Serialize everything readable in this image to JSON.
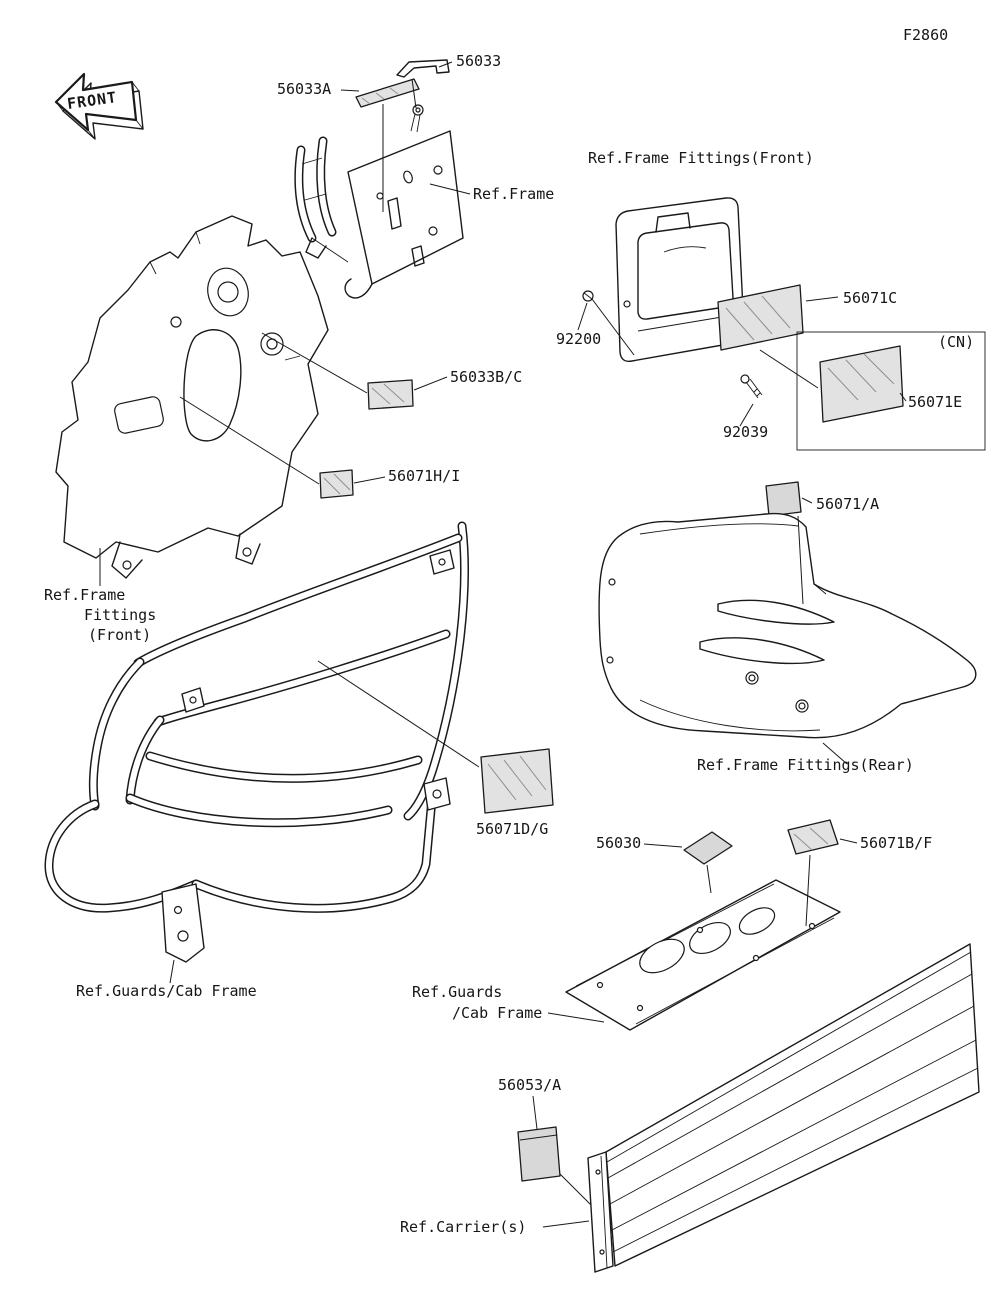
{
  "figure": {
    "code": "F2860",
    "front_label": "FRONT"
  },
  "part_labels": {
    "p56033": "56033",
    "p56033a": "56033A",
    "p56033bc": "56033B/C",
    "p56071hi": "56071H/I",
    "p92200": "92200",
    "p56071c": "56071C",
    "cn": "(CN)",
    "p56071e": "56071E",
    "p92039": "92039",
    "p56071a": "56071/A",
    "p56071dg": "56071D/G",
    "p56030": "56030",
    "p56071bf": "56071B/F",
    "p56053a": "56053/A"
  },
  "ref_labels": {
    "frame": "Ref.Frame",
    "fittings_front": "Ref.Frame Fittings(Front)",
    "fittings_front_l1": "Ref.Frame",
    "fittings_front_l2": "Fittings",
    "fittings_front_l3": "(Front)",
    "fittings_rear": "Ref.Frame Fittings(Rear)",
    "guards": "Ref.Guards/Cab Frame",
    "guards_l1": "Ref.Guards",
    "guards_l2": "/Cab Frame",
    "carriers": "Ref.Carrier(s)"
  }
}
